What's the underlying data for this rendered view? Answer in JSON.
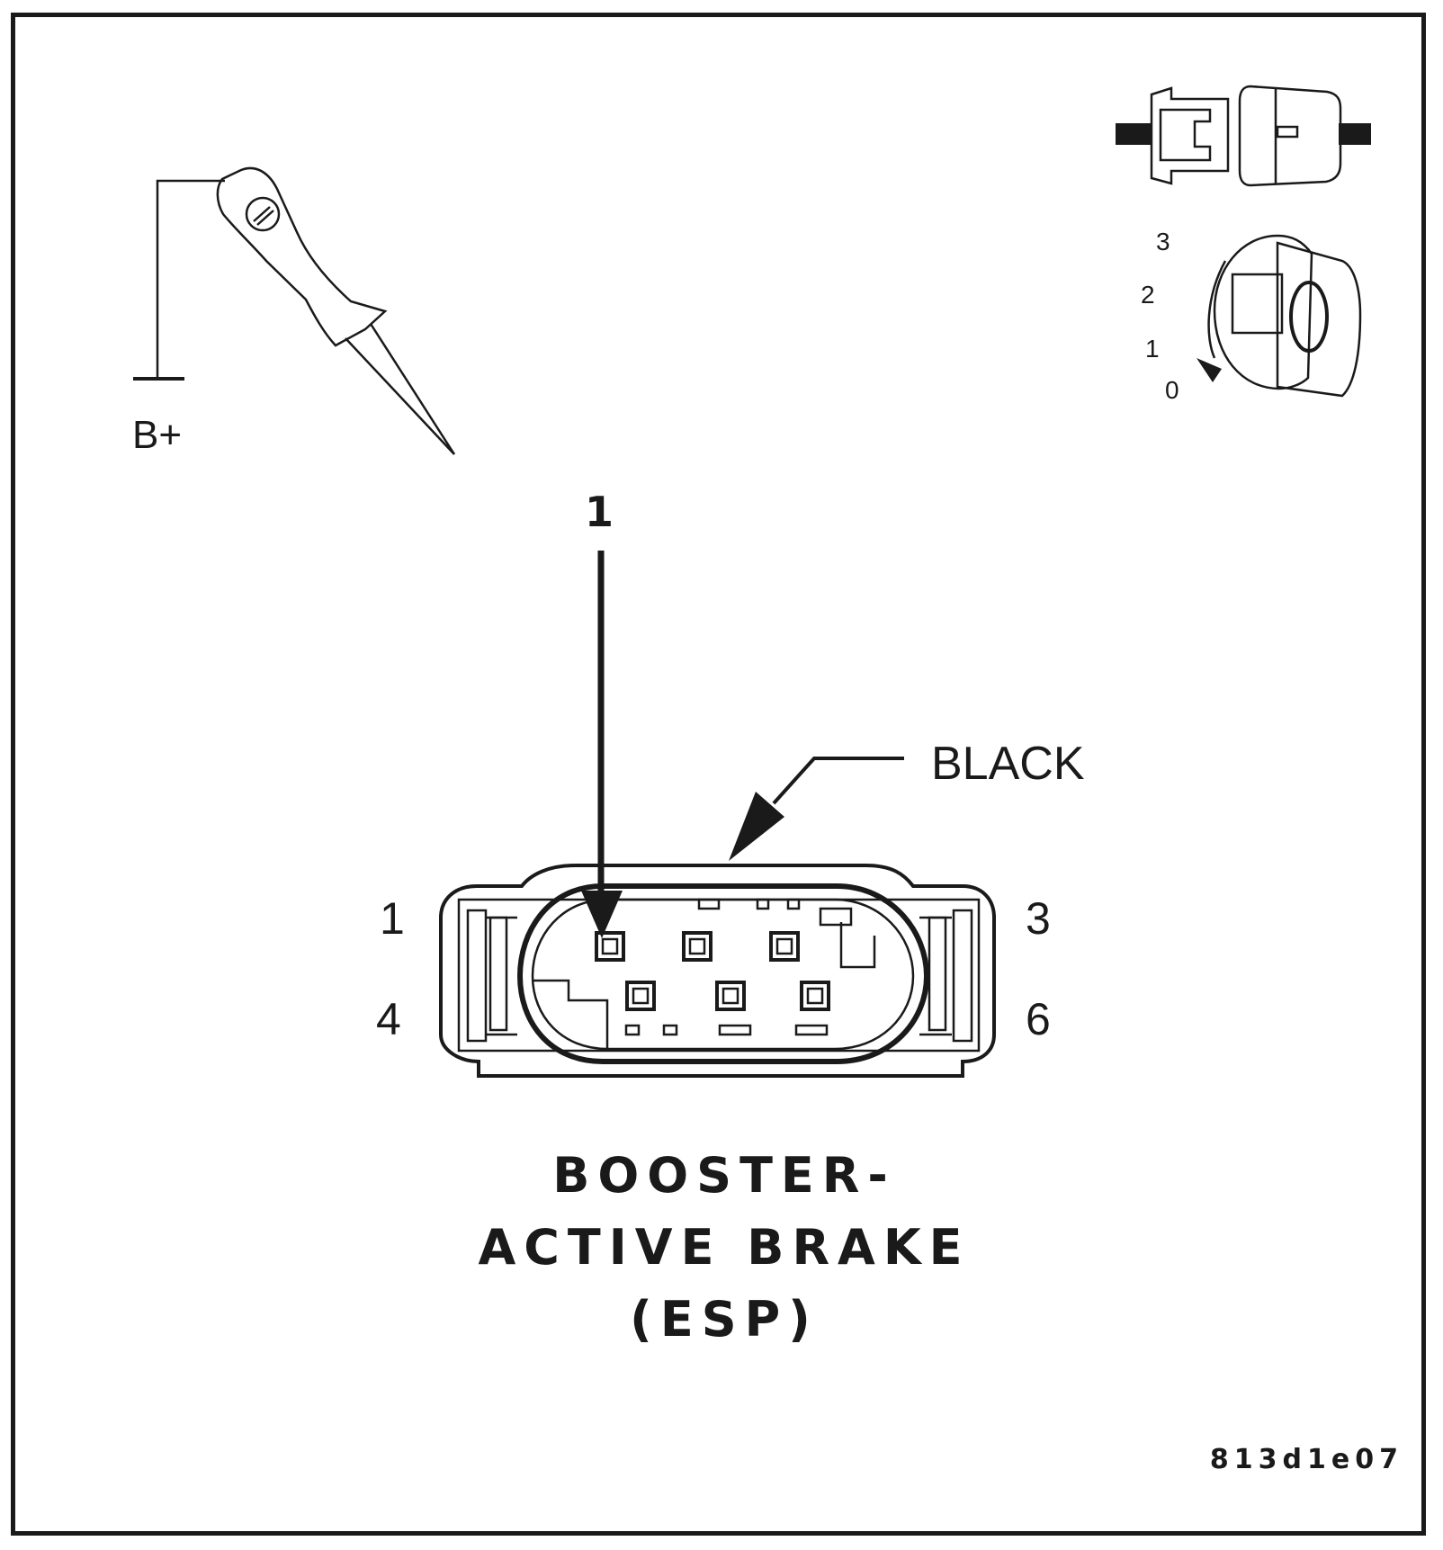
{
  "probe": {
    "label": "B+"
  },
  "ignition": {
    "positions": [
      "3",
      "2",
      "1",
      "0"
    ]
  },
  "callout": {
    "number": "1"
  },
  "connector": {
    "color_label": "BLACK",
    "pin_labels": {
      "top_left": "1",
      "bottom_left": "4",
      "top_right": "3",
      "bottom_right": "6"
    }
  },
  "title": {
    "lines": [
      "BOOSTER-",
      "ACTIVE BRAKE",
      "(ESP)"
    ]
  },
  "figure_id": "813d1e07"
}
